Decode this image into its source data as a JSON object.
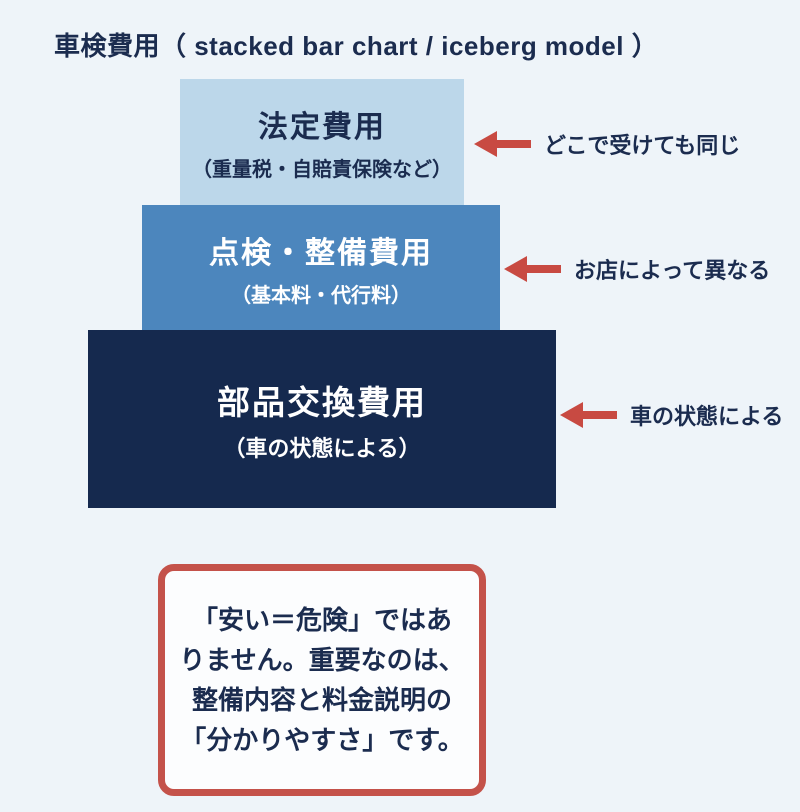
{
  "title": "車検費用（ stacked bar chart / iceberg model ）",
  "colors": {
    "background": "#eef4f9",
    "text_navy": "#1b2c4f",
    "arrow_red": "#c84a42",
    "note_border_red": "#c4524a",
    "bar_legal": "#bcd7ea",
    "bar_inspection": "#4c86bd",
    "bar_parts": "#15294e"
  },
  "bars": [
    {
      "label": "法定費用",
      "sublabel": "（重量税・自賠責保険など）",
      "annotation": "どこで受けても同じ",
      "color": "#bcd7ea",
      "text_color": "#1b2c4f"
    },
    {
      "label": "点検・整備費用",
      "sublabel": "（基本料・代行料）",
      "annotation": "お店によって異なる",
      "color": "#4c86bd",
      "text_color": "#ffffff"
    },
    {
      "label": "部品交換費用",
      "sublabel": "（車の状態による）",
      "annotation": "車の状態による",
      "color": "#15294e",
      "text_color": "#ffffff"
    }
  ],
  "note": {
    "lines": [
      "「安い＝危険」ではあ",
      "りません。重要なのは、",
      "整備内容と料金説明の",
      "「分かりやすさ」です。"
    ]
  }
}
